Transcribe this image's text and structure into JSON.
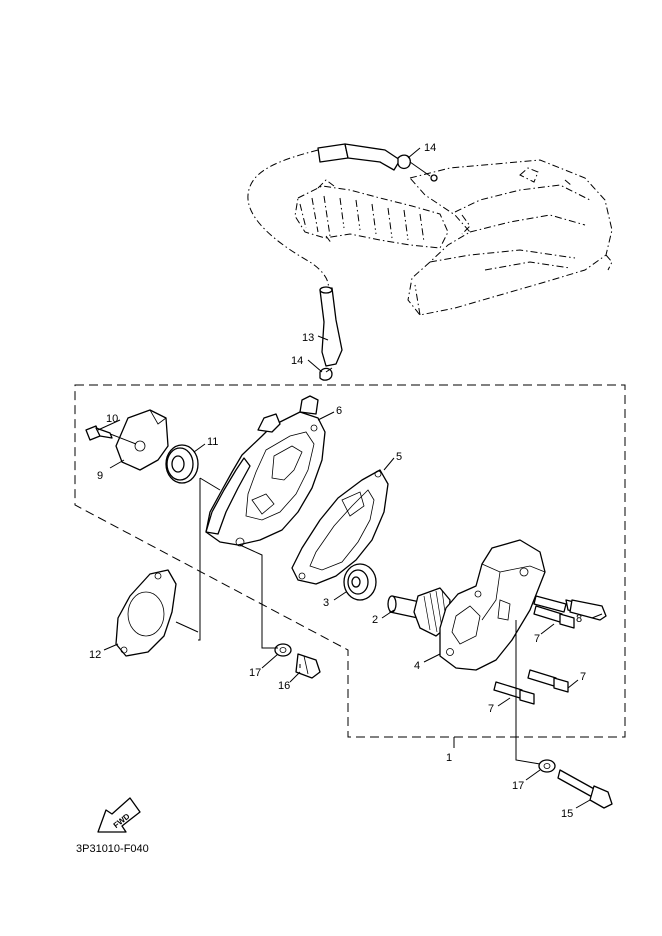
{
  "diagram": {
    "reference_code": "3P31010-F040",
    "direction_arrow_text": "FWD",
    "callouts": [
      {
        "id": "c1",
        "label": "1"
      },
      {
        "id": "c2",
        "label": "2"
      },
      {
        "id": "c3",
        "label": "3"
      },
      {
        "id": "c4",
        "label": "4"
      },
      {
        "id": "c5",
        "label": "5"
      },
      {
        "id": "c6",
        "label": "6"
      },
      {
        "id": "c7a",
        "label": "7"
      },
      {
        "id": "c7b",
        "label": "7"
      },
      {
        "id": "c7c",
        "label": "7"
      },
      {
        "id": "c8",
        "label": "8"
      },
      {
        "id": "c9",
        "label": "9"
      },
      {
        "id": "c10",
        "label": "10"
      },
      {
        "id": "c11",
        "label": "11"
      },
      {
        "id": "c12",
        "label": "12"
      },
      {
        "id": "c13",
        "label": "13"
      },
      {
        "id": "c14a",
        "label": "14"
      },
      {
        "id": "c14b",
        "label": "14"
      },
      {
        "id": "c15",
        "label": "15"
      },
      {
        "id": "c16",
        "label": "16"
      },
      {
        "id": "c17a",
        "label": "17"
      },
      {
        "id": "c17b",
        "label": "17"
      }
    ]
  }
}
